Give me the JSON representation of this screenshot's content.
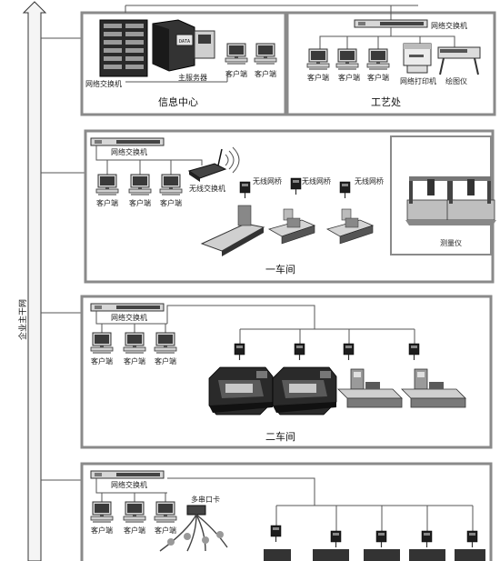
{
  "backbone": {
    "label": "企业主干网"
  },
  "zones": {
    "info_center": {
      "title": "信息中心",
      "switch_label": "网络交换机",
      "server_label": "主服务器",
      "server_screen": "DATA",
      "clients": [
        "客户端",
        "客户端"
      ]
    },
    "process_dept": {
      "title": "工艺处",
      "switch_label": "网络交换机",
      "clients": [
        "客户端",
        "客户端",
        "客户端"
      ],
      "printer_label": "网络打印机",
      "plotter_label": "绘图仪"
    },
    "workshop1": {
      "title": "一车间",
      "switch_label": "网络交换机",
      "clients": [
        "客户端",
        "客户端",
        "客户端"
      ],
      "wireless_switch_label": "无线交换机",
      "bridges": [
        "无线网桥",
        "无线网桥",
        "无线网桥"
      ],
      "measuring_label": "测量仪"
    },
    "workshop2": {
      "title": "二车间",
      "switch_label": "网络交换机",
      "clients": [
        "客户端",
        "客户端",
        "客户端"
      ]
    },
    "workshop3": {
      "switch_label": "网络交换机",
      "clients": [
        "客户端",
        "客户端",
        "客户端"
      ],
      "serial_card_label": "多串口卡"
    }
  },
  "colors": {
    "frame": "#8a8a8a",
    "machine": "#2a2a2a",
    "line": "#555555"
  }
}
